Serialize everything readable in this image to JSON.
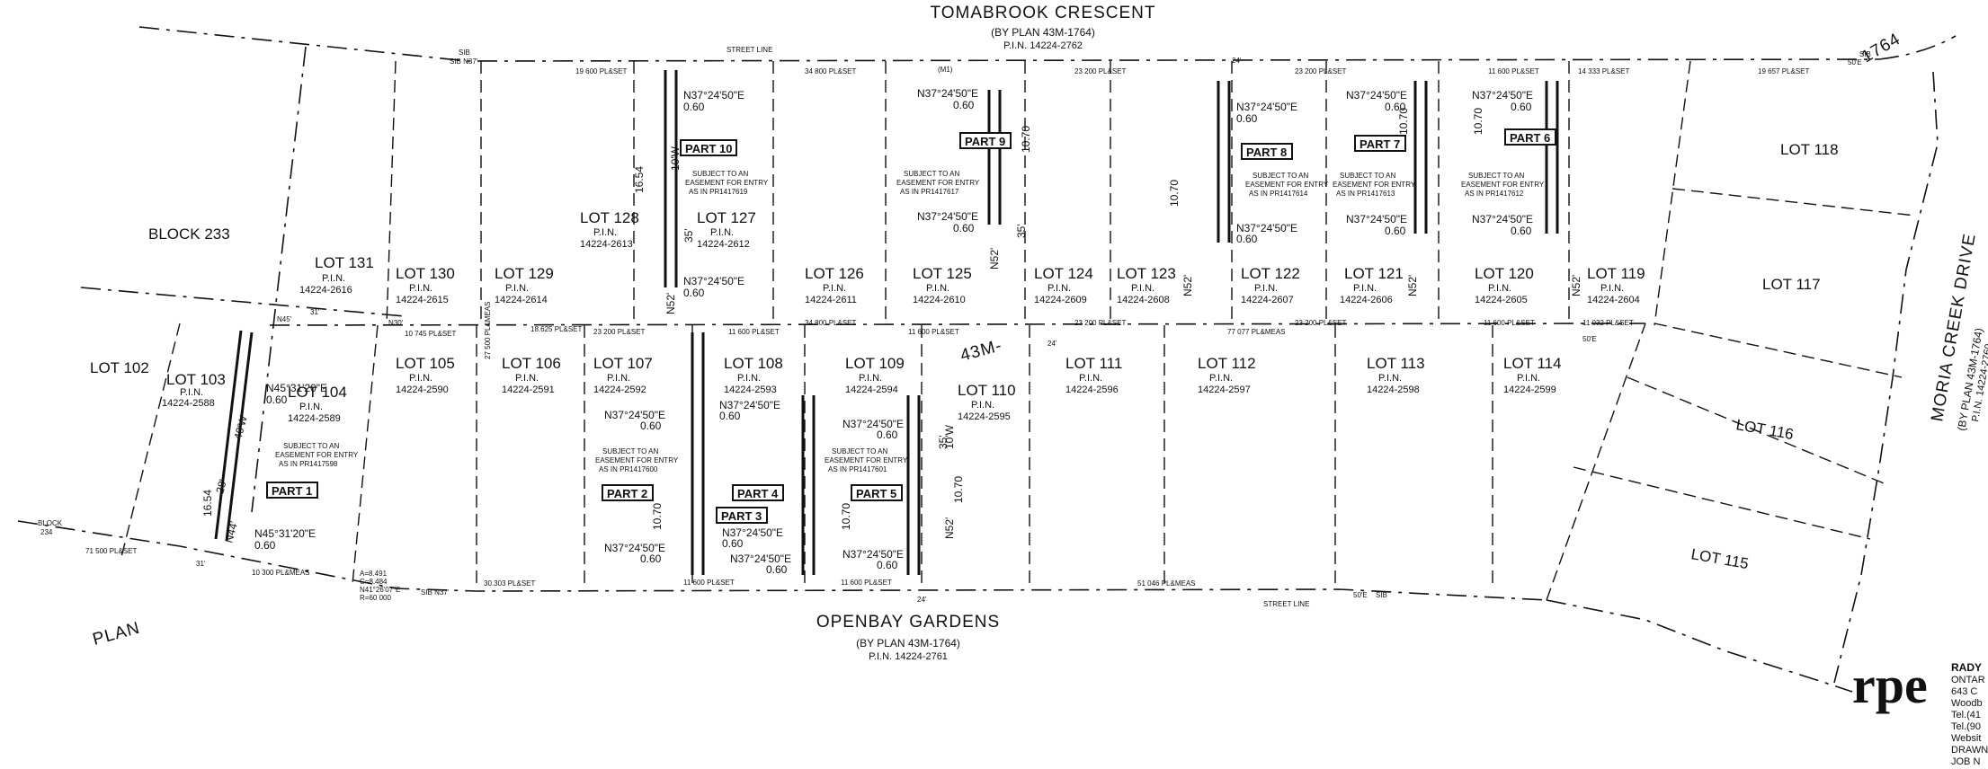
{
  "streets": {
    "north": {
      "name": "TOMABROOK        CRESCENT",
      "plan": "(BY PLAN 43M-1764)",
      "pin": "P.I.N. 14224-2762"
    },
    "south": {
      "name": "OPENBAY        GARDENS",
      "plan": "(BY PLAN 43M-1764)",
      "pin": "P.I.N. 14224-2761"
    },
    "east": {
      "name": "MORIA   CREEK   DRIVE",
      "plan": "(BY PLAN 43M-1764)",
      "pin": "P.I.N. 14224-2760"
    },
    "street_line": "STREET LINE",
    "plan_west": "PLAN",
    "plan_mid": "43M-",
    "plan_ne": "1764"
  },
  "blocks": {
    "block233": "BLOCK 233",
    "block_small": "BLOCK",
    "block_small_2": "234"
  },
  "lots_north": [
    {
      "label": "LOT 131",
      "pin": "14224-2616"
    },
    {
      "label": "LOT 130",
      "pin": "14224-2615"
    },
    {
      "label": "LOT 129",
      "pin": "14224-2614"
    },
    {
      "label": "LOT 128",
      "pin": "14224-2613"
    },
    {
      "label": "LOT 127",
      "pin": "14224-2612"
    },
    {
      "label": "LOT 126",
      "pin": "14224-2611"
    },
    {
      "label": "LOT 125",
      "pin": "14224-2610"
    },
    {
      "label": "LOT 124",
      "pin": "14224-2609"
    },
    {
      "label": "LOT 123",
      "pin": "14224-2608"
    },
    {
      "label": "LOT 122",
      "pin": "14224-2607"
    },
    {
      "label": "LOT 121",
      "pin": "14224-2606"
    },
    {
      "label": "LOT 120",
      "pin": "14224-2605"
    },
    {
      "label": "LOT 119",
      "pin": "14224-2604"
    }
  ],
  "lots_south": [
    {
      "label": "LOT 103",
      "pin": "14224-2588"
    },
    {
      "label": "LOT 104",
      "pin": "14224-2589"
    },
    {
      "label": "LOT 105",
      "pin": "14224-2590"
    },
    {
      "label": "LOT 106",
      "pin": "14224-2591"
    },
    {
      "label": "LOT 107",
      "pin": "14224-2592"
    },
    {
      "label": "LOT 108",
      "pin": "14224-2593"
    },
    {
      "label": "LOT 109",
      "pin": "14224-2594"
    },
    {
      "label": "LOT 110",
      "pin": "14224-2595"
    },
    {
      "label": "LOT 111",
      "pin": "14224-2596"
    },
    {
      "label": "LOT 112",
      "pin": "14224-2597"
    },
    {
      "label": "LOT 113",
      "pin": "14224-2598"
    },
    {
      "label": "LOT 114",
      "pin": "14224-2599"
    }
  ],
  "lots_east": [
    "LOT 118",
    "LOT 117",
    "LOT 116",
    "LOT 115"
  ],
  "lot102": "LOT 102",
  "pin_label": "P.I.N.",
  "parts": [
    "PART 1",
    "PART 2",
    "PART 3",
    "PART 4",
    "PART 5",
    "PART 6",
    "PART 7",
    "PART 8",
    "PART 9",
    "PART 10"
  ],
  "easements": {
    "l1": "SUBJECT TO AN",
    "l2": "EASEMENT FOR ENTRY",
    "pr_104": "AS IN PR1417598",
    "pr_107": "AS IN PR1417600",
    "pr_109": "AS IN PR1417601",
    "pr_127": "AS IN PR1417619",
    "pr_125": "AS IN PR1417617",
    "pr_122": "AS IN PR1417614",
    "pr_121": "AS IN PR1417613",
    "pr_120": "AS IN PR1417612"
  },
  "bearings": {
    "b1": "N37°24'50\"E",
    "b2": "N45°31'20\"E",
    "d060": "0.60",
    "d1070": "10.70",
    "d1654": "16.54"
  },
  "dims": {
    "d35": "35'",
    "d10w": "10'W",
    "d40w": "40'W",
    "d28": "28'",
    "n52": "N52'",
    "n44": "N44'",
    "m1": "(M1)",
    "pl_19600": "19 600  PL&SET",
    "pl_34800": "34 800  PL&SET",
    "pl_23200": "23 200  PL&SET",
    "pl_11600": "11 600  PL&SET",
    "pl_14333": "14 333  PL&SET",
    "pl_19657": "19 657  PL&SET",
    "pl_10745": "10 745  PL&SET",
    "pl_18625": "18.625  PL&SET",
    "pl_77077": "77 077  PL&MEAS",
    "pl_30303": "30.303  PL&SET",
    "pl_51046": "51 046  PL&MEAS",
    "pl_71500": "71 500  PL&SET",
    "pl_10300": "10 300  PL&MEAS",
    "pl_11032": "11 032  PL&SET",
    "pl_27500": "27 500  PL&MEAS",
    "arc1": "A=8.491",
    "arc2": "C=8.484",
    "arc3": "N41°26'07\"E",
    "arc4": "R=60 000",
    "sib_n37": "SIB  N37'",
    "sib": "SIB",
    "ft24": "24'",
    "ft31": "31'",
    "n30": "N30'",
    "n45": "N45'",
    "d50e": "50'E"
  },
  "company": {
    "logo": "rpe",
    "name": "RADY",
    "l1": "ONTAR",
    "l2": "643 C",
    "l3": "Woodb",
    "l4": "Tel.(41",
    "l5": "Tel.(90",
    "l6": "Websit",
    "l7": "DRAWN",
    "l8": "JOB N"
  }
}
